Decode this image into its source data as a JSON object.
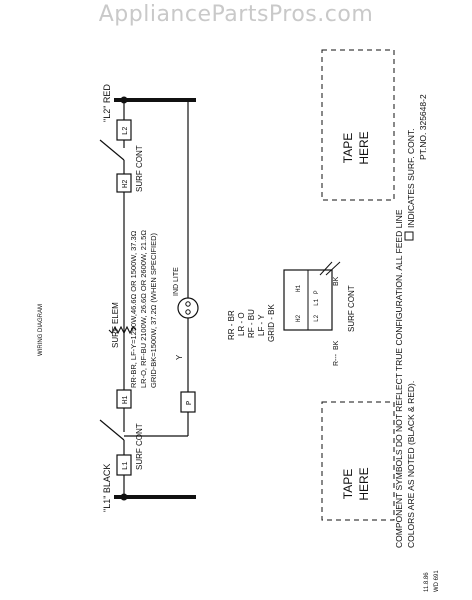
{
  "watermark": "AppliancePartsPros.com",
  "title": "WIRING DIAGRAM",
  "lines": {
    "l1": "\"L1\" BLACK",
    "l2": "\"L2\" RED"
  },
  "components": {
    "l1_box": "L1",
    "h1_box": "H1",
    "p_box": "P",
    "h2_box": "H2",
    "l2_box": "L2",
    "surf_cont_left": "SURF CONT",
    "surf_cont_right": "SURF CONT",
    "surf_elem": "SURF ELEM",
    "ind_lite": "IND LITE",
    "wire_y": "Y"
  },
  "ratings": [
    "RR-BR, LF-Y=1250W,46.6Ω OR 1500W, 37.3Ω",
    "LR-O, RF-BU 2100W, 26.6Ω OR 2600W, 21.5Ω",
    "GRID-BK=1500W, 37.2Ω (WHEN SPECIFIED)"
  ],
  "legend": {
    "codes": [
      "RR - BR",
      "LR - O",
      "RF - BU",
      "LF - Y",
      "GRID - BK"
    ],
    "switch_labels": [
      "H1",
      "L1",
      "P",
      "H2",
      "L2"
    ],
    "r_label": "R---",
    "bk_label_1": "BK",
    "bk_label_2": "BK",
    "surf_cont": "SURF CONT"
  },
  "tape": {
    "left_1": "TAPE",
    "left_2": "HERE",
    "right_1": "TAPE",
    "right_2": "HERE"
  },
  "notes": [
    "COMPONENT SYMBOLS DO NOT REFLECT TRUE CONFIGURATION.  ALL FEED LINE",
    "COLORS ARE AS NOTED (BLACK & RED).",
    "INDICATES SURF. CONT.",
    "PT.NO. 325648-2"
  ],
  "footer": {
    "date": "11.8.86",
    "code": "WD 691"
  }
}
